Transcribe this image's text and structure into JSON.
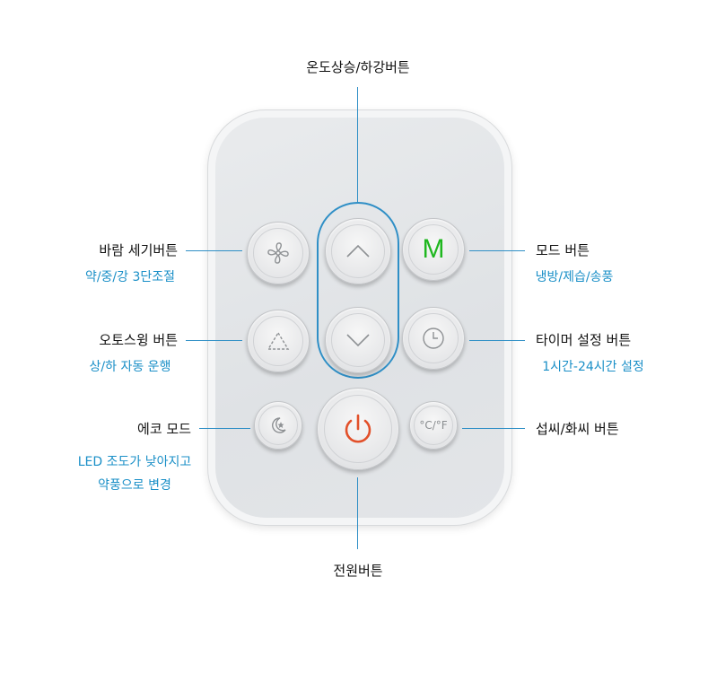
{
  "labels": {
    "temp": "온도상승/하강버튼",
    "wind": "바람 세기버튼",
    "wind_sub": "약/중/강 3단조절",
    "swing": "오토스윙 버튼",
    "swing_sub": "상/하 자동 운행",
    "eco": "에코 모드",
    "eco_sub_1": "LED 조도가 낮아지고",
    "eco_sub_2": "약풍으로 변경",
    "mode": "모드 버튼",
    "mode_sub": "냉방/제습/송풍",
    "timer": "타이머 설정 버튼",
    "timer_sub": "1시간-24시간 설정",
    "unit": "섭씨/화씨 버튼",
    "power": "전원버튼"
  },
  "buttons": {
    "mode_glyph": "M",
    "unit_glyph": "°C/°F"
  },
  "icons": [
    "fan-icon",
    "up-arrow-icon",
    "swing-icon",
    "down-arrow-icon",
    "timer-icon",
    "moon-star-icon",
    "power-icon"
  ],
  "colors": {
    "accent": "#2f8fc6",
    "sub_text": "#1a8fc7",
    "mode_green": "#1fb71f",
    "power_orange": "#e2502a"
  }
}
